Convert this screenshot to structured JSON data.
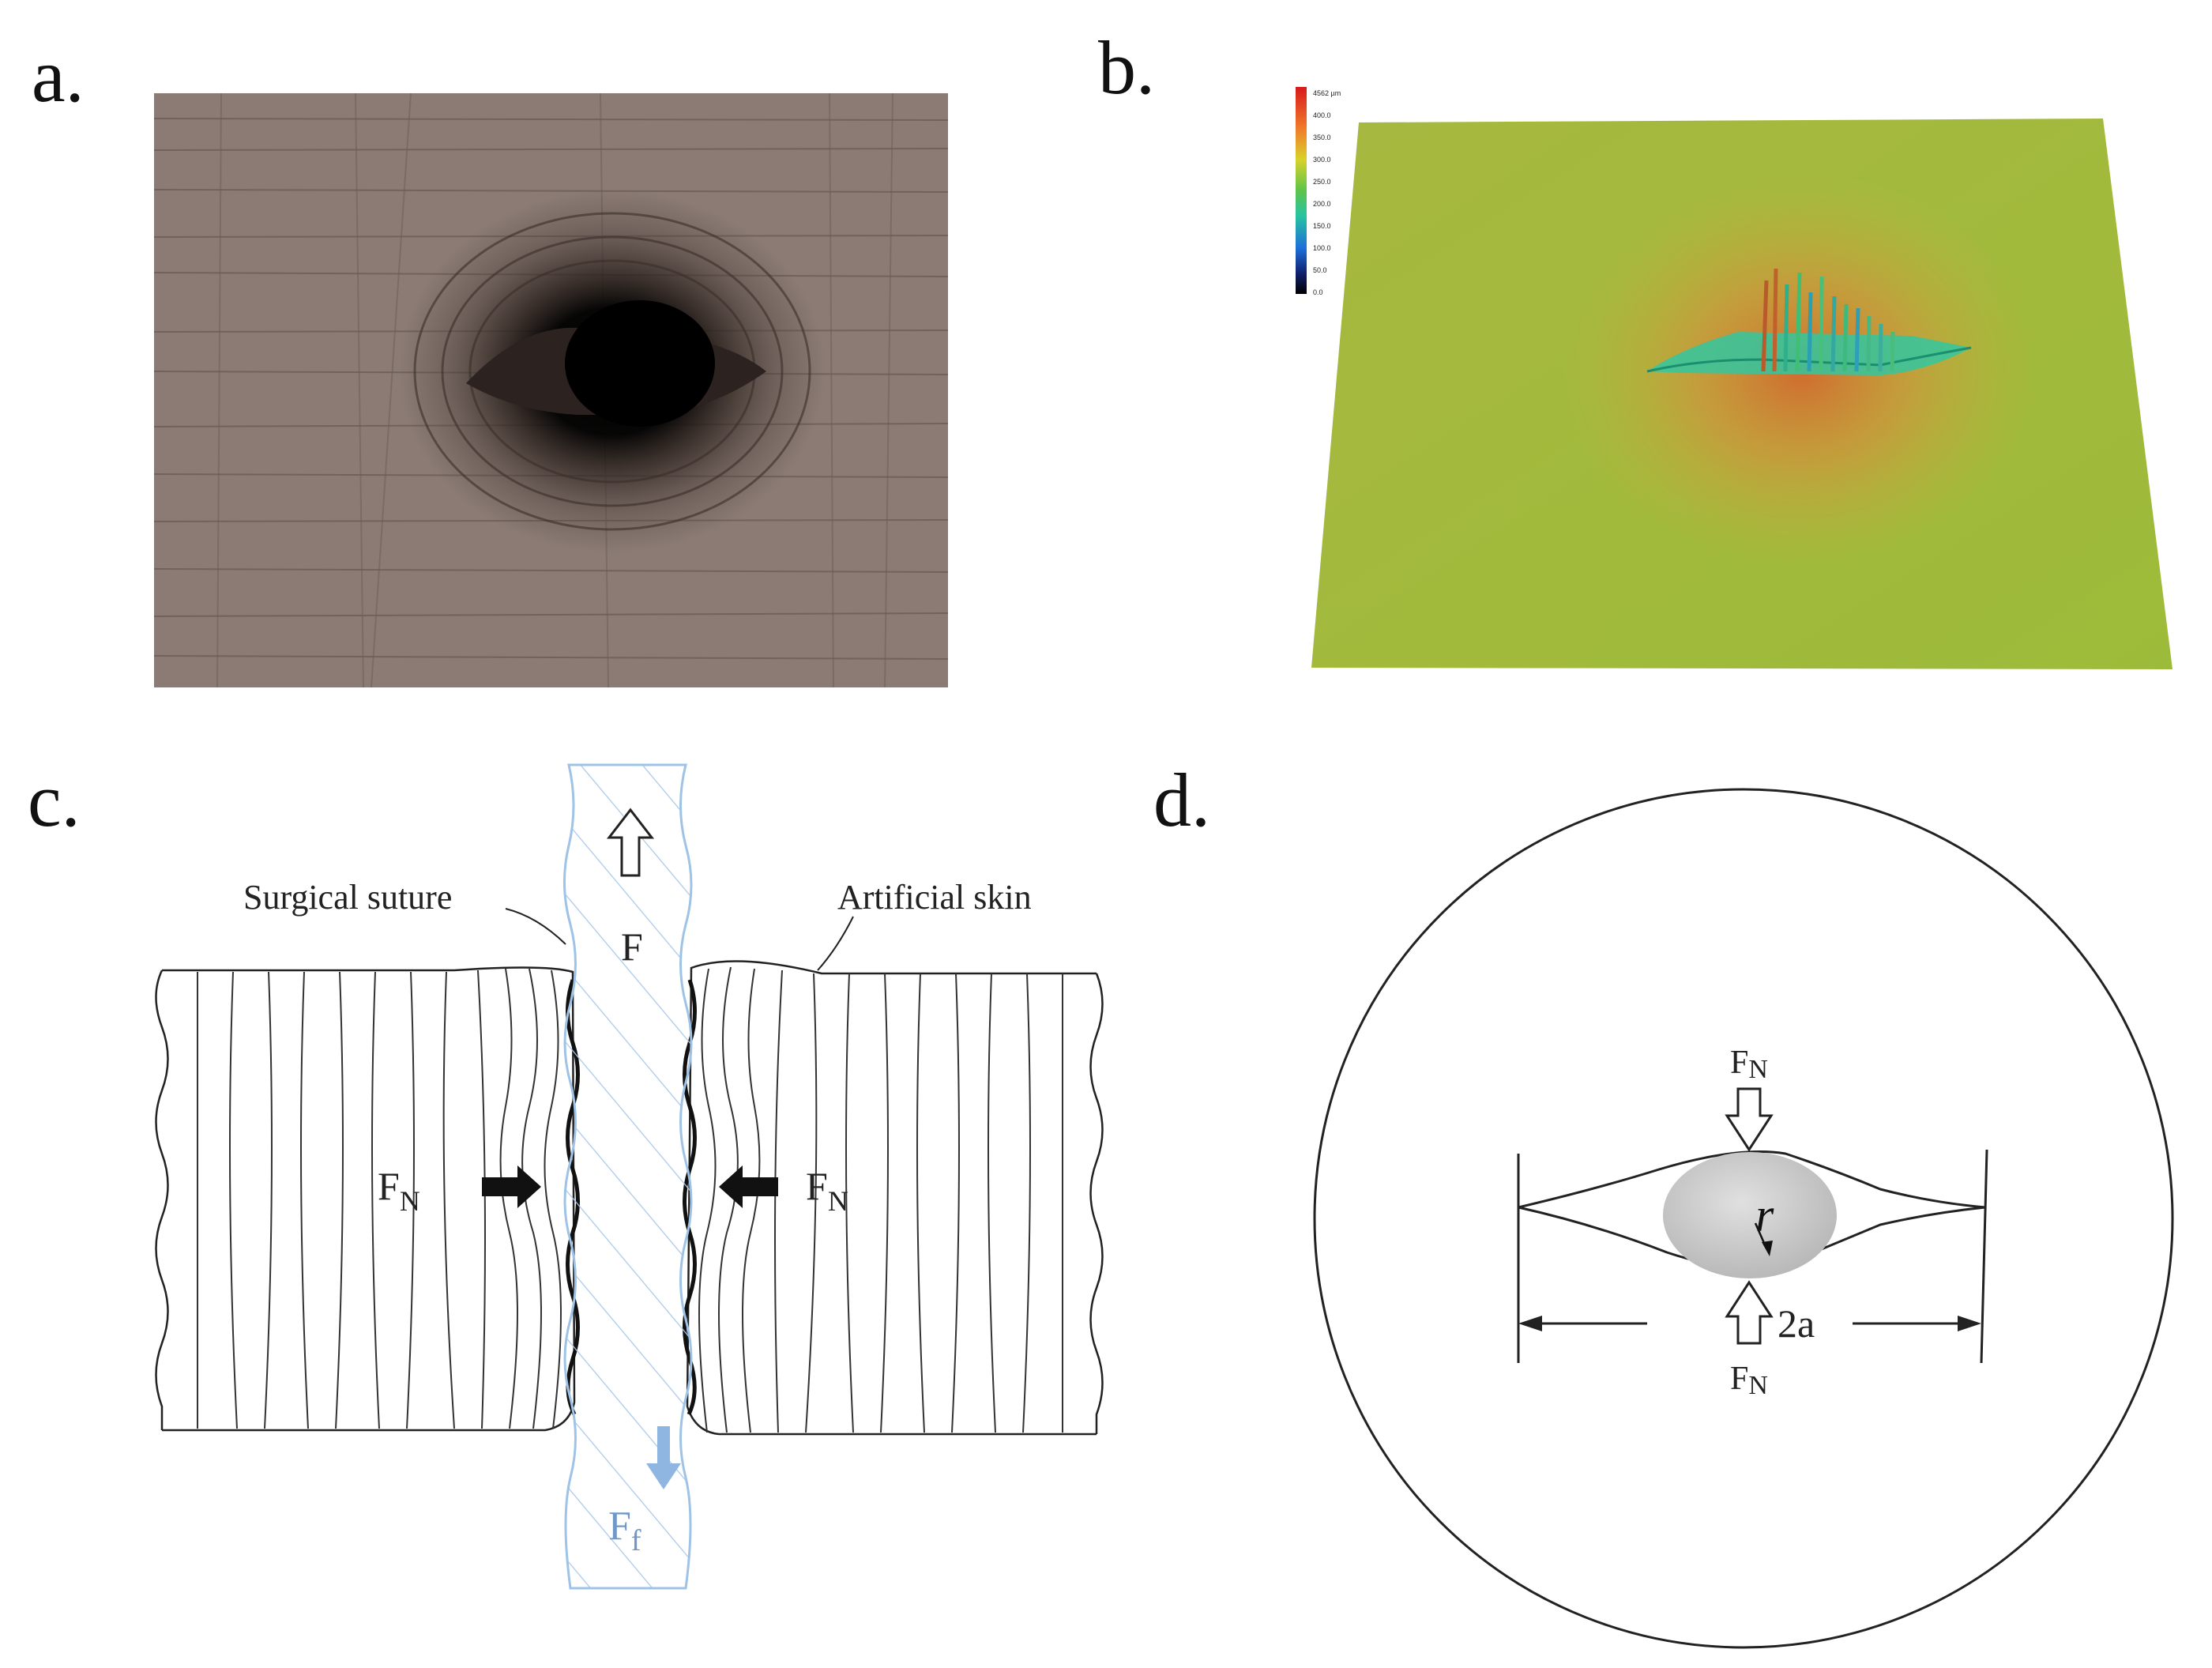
{
  "panels": {
    "a": {
      "letter": "a."
    },
    "b": {
      "letter": "b.",
      "colorbar_ticks": [
        "4562 µm",
        "400.0",
        "350.0",
        "300.0",
        "250.0",
        "200.0",
        "150.0",
        "100.0",
        "50.0",
        "0.0"
      ]
    },
    "c": {
      "letter": "c.",
      "label_suture": "Surgical suture",
      "label_skin": "Artificial skin",
      "label_F": "F",
      "label_FN": "F",
      "label_FN_sub": "N",
      "label_Ff": "F",
      "label_Ff_sub": "f"
    },
    "d": {
      "letter": "d.",
      "label_FN": "F",
      "label_FN_sub": "N",
      "label_r": "r",
      "label_2a": "2a"
    }
  },
  "colors": {
    "suture": "#9ec3e6",
    "suture_text": "#6f97c8",
    "ff_arrow": "#8fb6e0",
    "line": "#222222",
    "micro_bg": "#8a7a72",
    "surface_green": "#a3bd3d",
    "surface_red": "#d2672e"
  }
}
